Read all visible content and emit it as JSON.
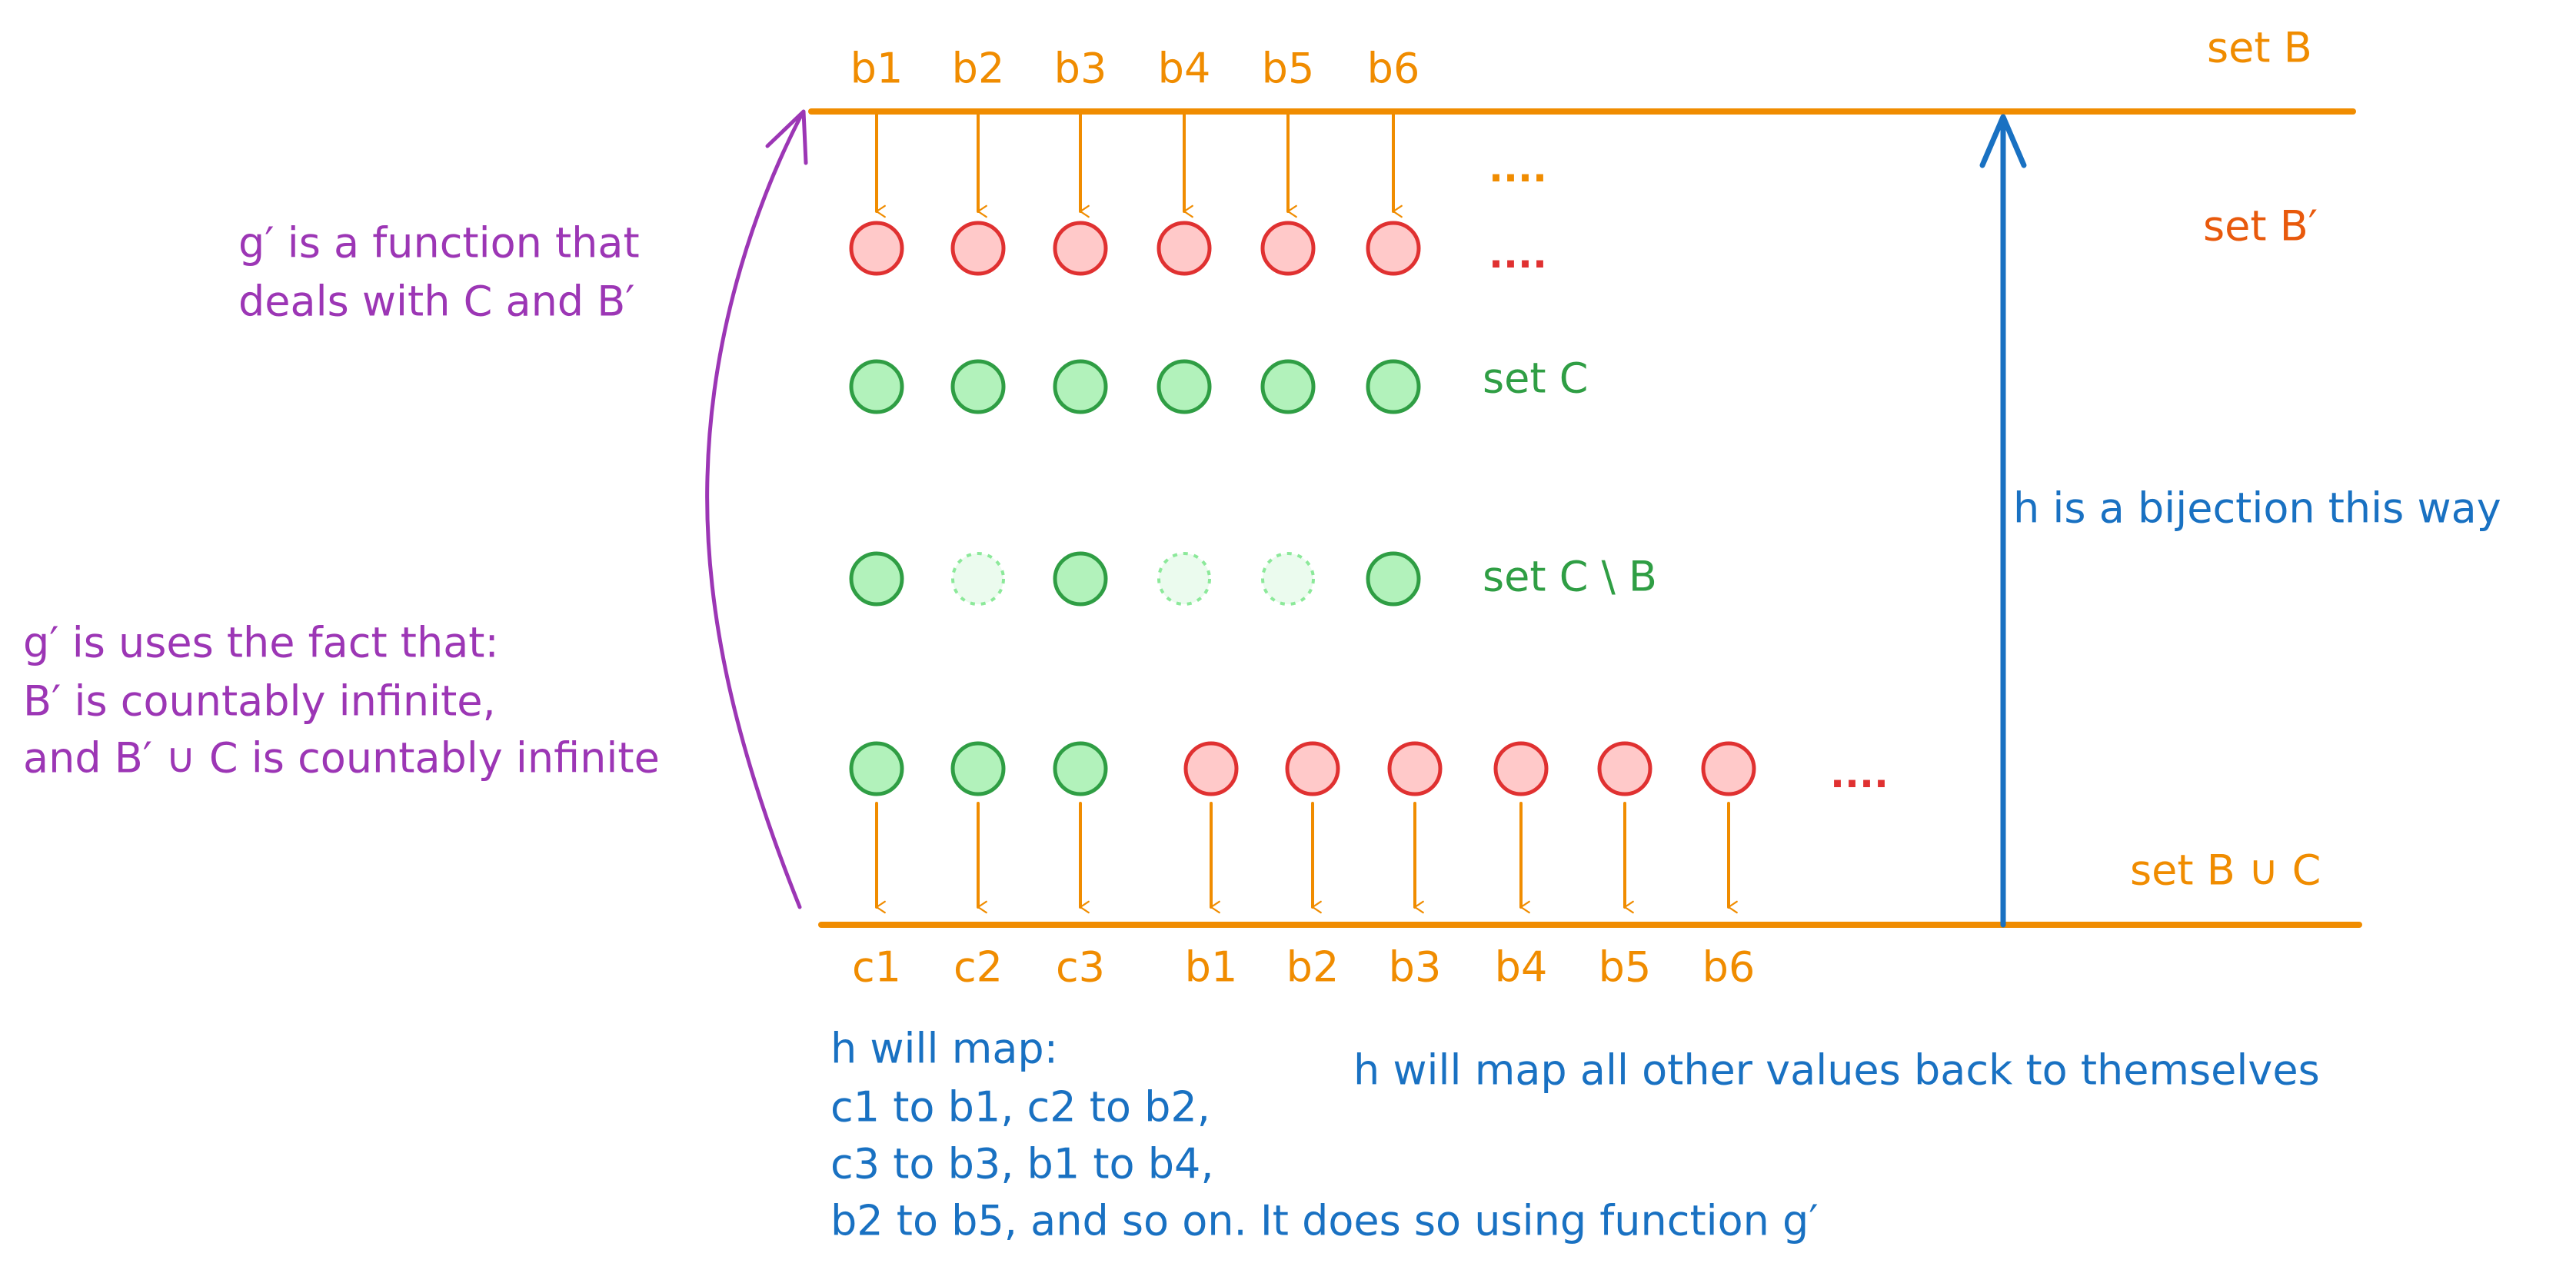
{
  "colors": {
    "orange": "#f08c00",
    "red_text": "#e8590c",
    "dot_red_fill": "#ffc9c9",
    "dot_red_stroke": "#e03131",
    "dot_green_fill": "#b2f2bb",
    "dot_green_stroke": "#2f9e44",
    "dot_faded_fill": "#ebfbee",
    "dot_faded_stroke": "#8ce99a",
    "green_text": "#2f9e44",
    "purple": "#9c36b5",
    "blue": "#1971c2",
    "red_dots": "#e03131"
  },
  "labels": {
    "set_b": "set B",
    "set_b_prime": "set B′",
    "set_c": "set C",
    "set_c_minus_b": "set C \\ B",
    "set_b_union_c": "set B ∪ C",
    "top_ellipsis": "....",
    "bprime_ellipsis": "....",
    "bottom_ellipsis": "....",
    "h_bijection": "h is a bijection this way",
    "h_others": "h will map all other values back to themselves"
  },
  "top_items": [
    "b1",
    "b2",
    "b3",
    "b4",
    "b5",
    "b6"
  ],
  "bottom_items": [
    "c1",
    "c2",
    "c3",
    "b1",
    "b2",
    "b3",
    "b4",
    "b5",
    "b6"
  ],
  "row_c_minus_b": [
    true,
    false,
    true,
    false,
    false,
    true
  ],
  "bottom_row_kinds": [
    "green",
    "green",
    "green",
    "red",
    "red",
    "red",
    "red",
    "red",
    "red"
  ],
  "notes": {
    "g_prime_def": [
      "g′ is a function that",
      "deals with C and B′"
    ],
    "g_prime_fact": [
      "g′ is uses the fact that:",
      "B′ is countably infinite,",
      "and B′ ∪ C is countably infinite"
    ],
    "h_map": [
      "h will map:",
      "c1 to b1, c2 to b2,",
      "c3 to b3, b1 to b4,",
      "b2 to b5, and so on. It does so using function g′"
    ]
  }
}
